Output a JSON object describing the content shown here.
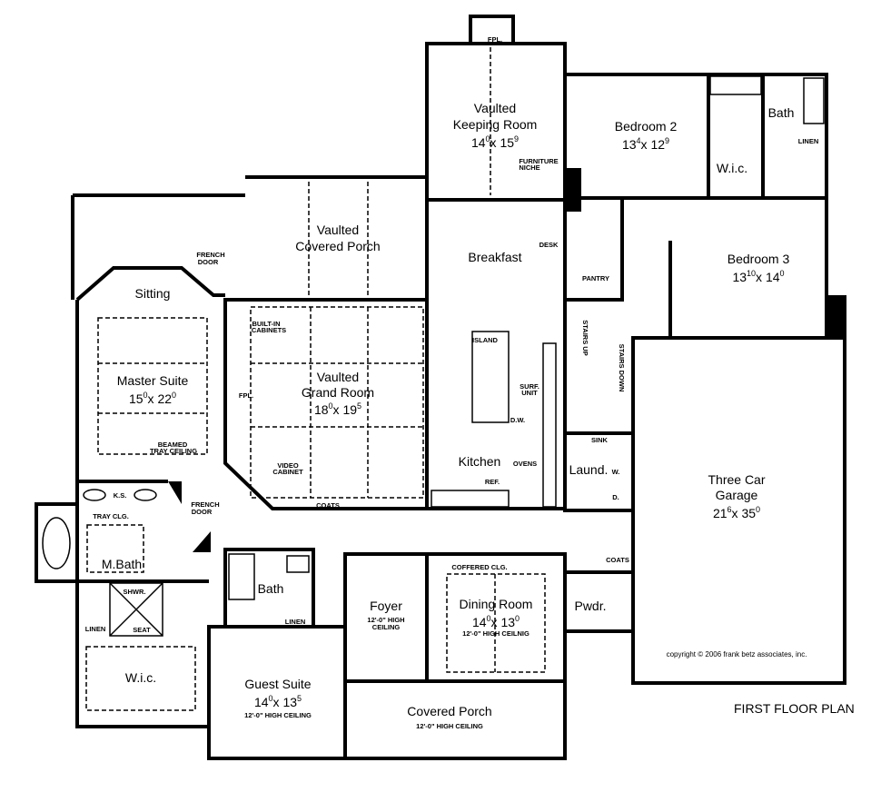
{
  "plan_title": "FIRST FLOOR PLAN",
  "copyright": "copyright © 2006 frank betz associates, inc.",
  "rooms": {
    "keeping": {
      "l1": "Vaulted",
      "l2": "Keeping Room",
      "a": "14",
      "ai": "0",
      "b": "15",
      "bi": "9"
    },
    "bed2": {
      "l1": "Bedroom 2",
      "a": "13",
      "ai": "4",
      "b": "12",
      "bi": "9"
    },
    "bed3": {
      "l1": "Bedroom 3",
      "a": "13",
      "ai": "10",
      "b": "14",
      "bi": "0"
    },
    "bath_upper": {
      "l1": "Bath"
    },
    "wic_upper": {
      "l1": "W.i.c."
    },
    "breakfast": {
      "l1": "Breakfast"
    },
    "porch_top": {
      "l1": "Vaulted",
      "l2": "Covered Porch"
    },
    "sitting": {
      "l1": "Sitting"
    },
    "master": {
      "l1": "Master Suite",
      "a": "15",
      "ai": "0",
      "b": "22",
      "bi": "0"
    },
    "grand": {
      "l1": "Vaulted",
      "l2": "Grand Room",
      "a": "18",
      "ai": "0",
      "b": "19",
      "bi": "5"
    },
    "kitchen": {
      "l1": "Kitchen"
    },
    "laundry": {
      "l1": "Laund."
    },
    "garage": {
      "l1": "Three Car",
      "l2": "Garage",
      "a": "21",
      "ai": "6",
      "b": "35",
      "bi": "0"
    },
    "mbath": {
      "l1": "M.Bath"
    },
    "guest_bath": {
      "l1": "Bath"
    },
    "foyer": {
      "l1": "Foyer",
      "note": "12'-0\" HIGH",
      "note2": "CEILING"
    },
    "dining": {
      "l1": "Dining Room",
      "a": "14",
      "ai": "0",
      "b": "13",
      "bi": "0",
      "note": "12'-0\" HIGH CEILNIG"
    },
    "pwdr": {
      "l1": "Pwdr."
    },
    "wic_master": {
      "l1": "W.i.c."
    },
    "guest": {
      "l1": "Guest Suite",
      "a": "14",
      "ai": "0",
      "b": "13",
      "bi": "5",
      "note": "12'-0\" HIGH CEILING"
    },
    "porch_bottom": {
      "l1": "Covered Porch",
      "note": "12'-0\" HIGH CEILING"
    }
  },
  "notes": {
    "fpl_top": "FPL.",
    "furniture_niche_1": "FURNITURE",
    "furniture_niche_2": "NICHE",
    "desk": "DESK",
    "pantry": "PANTRY",
    "linen_upper": "LINEN",
    "french_door_1a": "FRENCH",
    "french_door_1b": "DOOR",
    "builtin_1": "BUILT-IN",
    "builtin_2": "CABINETS",
    "fpl_grand": "FPL.",
    "beamed_1": "BEAMED",
    "beamed_2": "TRAY CEILING",
    "video_1": "VIDEO",
    "video_2": "CABINET",
    "island": "ISLAND",
    "surf_1": "SURF.",
    "surf_2": "UNIT",
    "dw": "D.W.",
    "ovens": "OVENS",
    "ref": "REF.",
    "stairs_up": "STAIRS UP",
    "stairs_down": "STAIRS DOWN",
    "sink": "SINK",
    "washer": "W.",
    "dryer": "D.",
    "coats_1": "COATS",
    "coats_2": "COATS",
    "ks": "K.S.",
    "french_door_2a": "FRENCH",
    "french_door_2b": "DOOR",
    "tray_clg": "TRAY CLG.",
    "shwr": "SHWR.",
    "seat": "SEAT",
    "linen_master": "LINEN",
    "linen_guest": "LINEN",
    "coffered": "COFFERED CLG."
  }
}
